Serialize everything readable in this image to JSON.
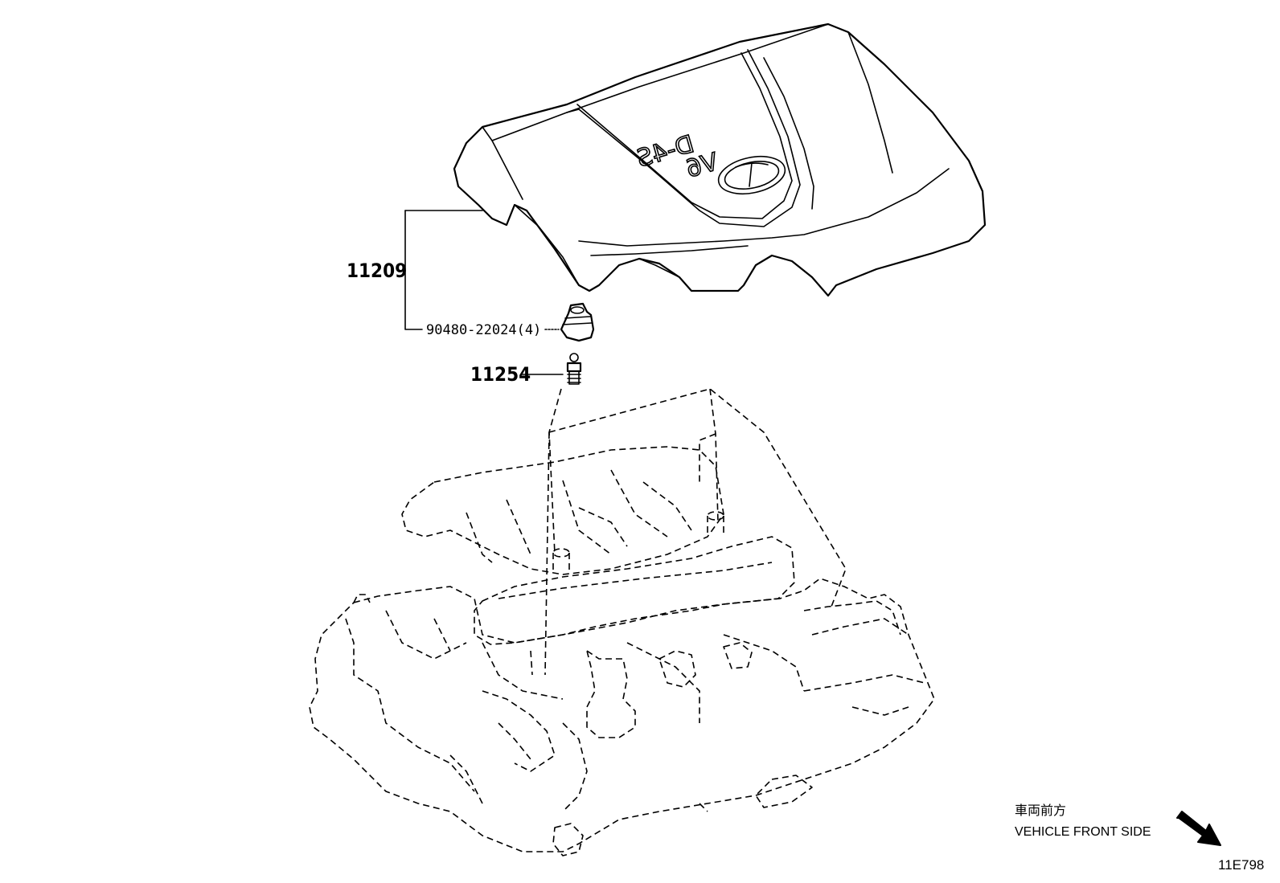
{
  "parts": {
    "cover": "11209",
    "grommet": "90480-22024(4)",
    "stud": "11254"
  },
  "emblem": {
    "line1": "D-4S",
    "line2": "V6"
  },
  "orientation": {
    "jp": "車両前方",
    "en": "VEHICLE FRONT SIDE"
  },
  "illustration_code": "11E798"
}
